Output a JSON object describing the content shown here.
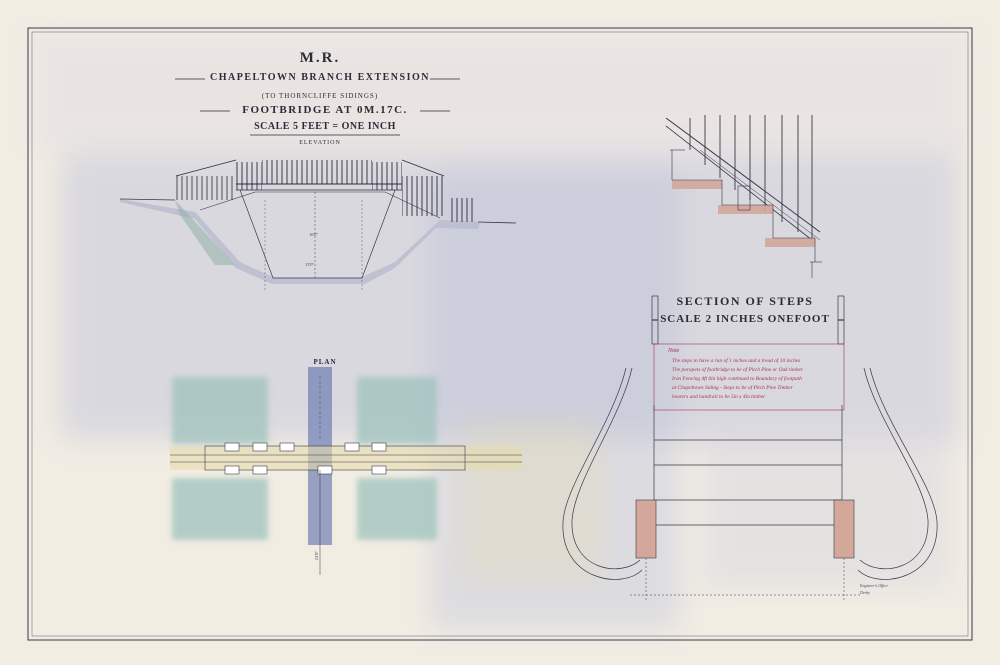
{
  "titles": {
    "company": "M.R.",
    "branch": "CHAPELTOWN BRANCH EXTENSION",
    "sidings": "(TO THORNCLIFFE SIDINGS)",
    "footbridge": "FOOTBRIDGE AT 0M.17C.",
    "scale": "SCALE 5 FEET = ONE INCH",
    "elevation": "ELEVATION"
  },
  "plan": {
    "label": "PLAN"
  },
  "steps": {
    "title": "SECTION OF STEPS",
    "scale": "SCALE 2 INCHES ONEFOOT"
  },
  "note": {
    "heading": "Note",
    "lines": [
      "The steps to have a run of 1 inches and a tread of 10 inches",
      "The parapets of footbridge to be of Pitch Pine or Oak timber",
      "Iron Fencing 4ft 0in high continued to Boundary of footpath",
      "at Chapeltown Siding - Steps to be of Pitch Pine Timber",
      "bearers and handrail to be 5in x 4in timber"
    ]
  },
  "dimensions": {
    "elev_mid": "16'0\"",
    "elev_clear": "15'0\"",
    "plan_span": "24'0\""
  },
  "signature": {
    "line1": "Engineer's Office",
    "line2": "Derby"
  },
  "colors": {
    "paper": "#f3efe6",
    "ink": "#2e2a38",
    "note_ink": "#a8354d",
    "plan_fields": "#9fc2bd",
    "railway": "#6f7fb2",
    "timber": "#d3a89b",
    "wash": "#b9bdd7"
  }
}
